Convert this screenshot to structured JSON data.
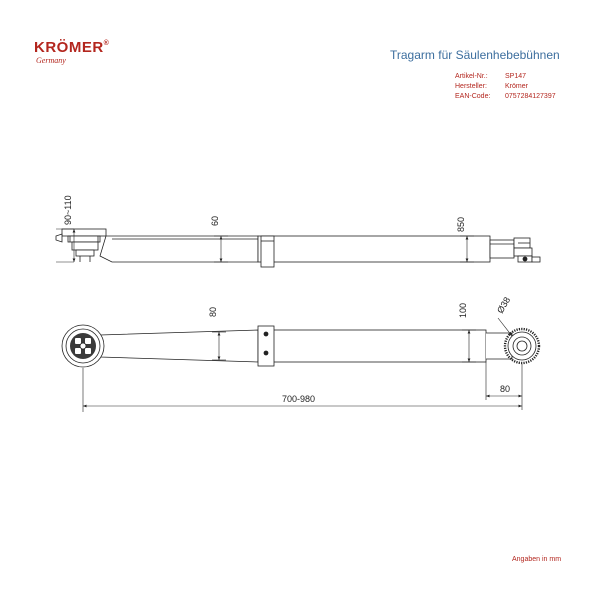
{
  "brand": {
    "name": "KRÖMER",
    "registered": "®",
    "tagline": "Germany",
    "color": "#b3261e"
  },
  "title": "Tragarm für Säulenhebebühnen",
  "specs": [
    {
      "label": "Artikel-Nr.:",
      "value": "SP147"
    },
    {
      "label": "Hersteller:",
      "value": "Krömer"
    },
    {
      "label": "EAN-Code:",
      "value": "0757284127397"
    }
  ],
  "dimensions": {
    "pad_height": "90~110",
    "arm_height": "60",
    "tube_height": "850",
    "arm_width": "80",
    "tube_width": "100",
    "pin_diameter": "Ø38",
    "pin_offset": "80",
    "length": "700-980"
  },
  "footnote": "Angaben in mm",
  "colors": {
    "title": "#3c6e9e",
    "accent": "#b3261e",
    "line": "#222222"
  }
}
